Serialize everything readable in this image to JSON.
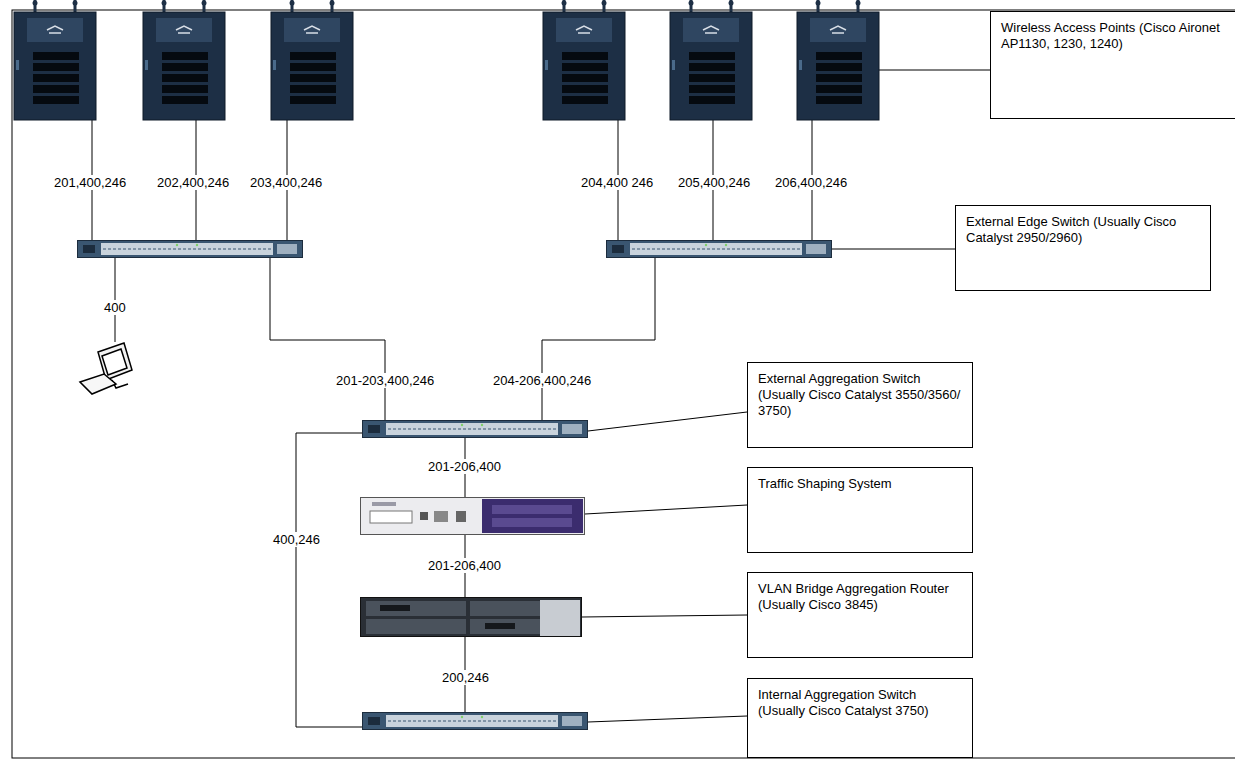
{
  "diagram": {
    "nodes": [
      {
        "text": [
          "Wireless Access Points (Cisco Aironet AP1130, 1230, 1240)"
        ]
      },
      {
        "text": [
          "External Edge Switch (Usually Cisco Catalyst 2950/2960)"
        ]
      },
      {
        "text": [
          "External Aggregation Switch (Usually Cisco Catalyst 3550/3560/ 3750)"
        ]
      },
      {
        "text": [
          "Traffic Shaping System"
        ]
      },
      {
        "text": [
          "VLAN Bridge Aggregation Router (Usually Cisco 3845)"
        ]
      },
      {
        "text": [
          "Internal Aggregation Switch (Usually Cisco Catalyst 3750)"
        ]
      }
    ],
    "labels": [
      "201,400,246",
      "202,400,246",
      "203,400,246",
      "204,400 246",
      "205,400,246",
      "206,400,246",
      "400",
      "201-203,400,246",
      "204-206,400,246",
      "201-206,400",
      "400,246",
      "201-206,400",
      "200,246"
    ]
  }
}
